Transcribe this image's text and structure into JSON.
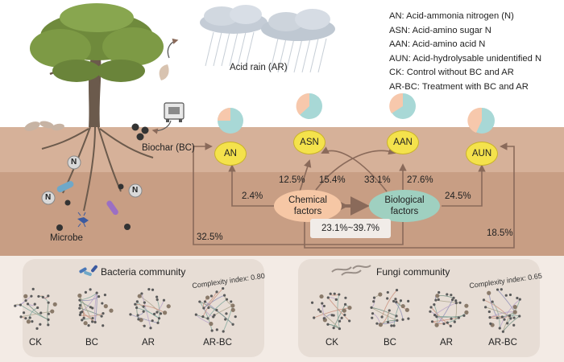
{
  "legend": [
    "AN: Acid-ammonia nitrogen (N)",
    "ASN: Acid-amino sugar N",
    "AAN: Acid-amino acid N",
    "AUN: Acid-hydrolysable unidentified N",
    "CK: Control without BC and AR",
    "AR-BC: Treatment with BC and AR"
  ],
  "labels": {
    "acid_rain": "Acid rain (AR)",
    "biochar": "Biochar (BC)",
    "microbe": "Microbe",
    "n_badge": "N"
  },
  "nodes": {
    "an": "AN",
    "asn": "ASN",
    "aan": "AAN",
    "aun": "AUN"
  },
  "factors": {
    "chemical": "Chemical factors",
    "biological": "Biological factors"
  },
  "percentages": {
    "chem_to_an": "2.4%",
    "chem_to_asn": "12.5%",
    "chem_to_aan": "15.4%",
    "bio_to_asn": "33.1%",
    "bio_to_aan": "27.6%",
    "bio_to_aun": "24.5%",
    "chem_to_aun": "18.5%",
    "bio_to_an": "32.5%",
    "interaction": "23.1%~39.7%"
  },
  "bacteria": {
    "title": "Bacteria community",
    "complexity": "Complexity index: 0.80",
    "treatments": [
      "CK",
      "BC",
      "AR",
      "AR-BC"
    ]
  },
  "fungi": {
    "title": "Fungi community",
    "complexity": "Complexity index: 0.65",
    "treatments": [
      "CK",
      "BC",
      "AR",
      "AR-BC"
    ]
  },
  "colors": {
    "sky": "#ffffff",
    "soil_top": "#d9b59d",
    "soil_mid": "#c99d82",
    "soil_bottom": "#f3ebe5",
    "node": "#f4e24c",
    "chemical_factor": "#f6c7a5",
    "biological_factor": "#9fd0c0",
    "pie_a": "#a8d8d6",
    "pie_b": "#f7c8ac",
    "arrow": "#8a6a5a"
  }
}
